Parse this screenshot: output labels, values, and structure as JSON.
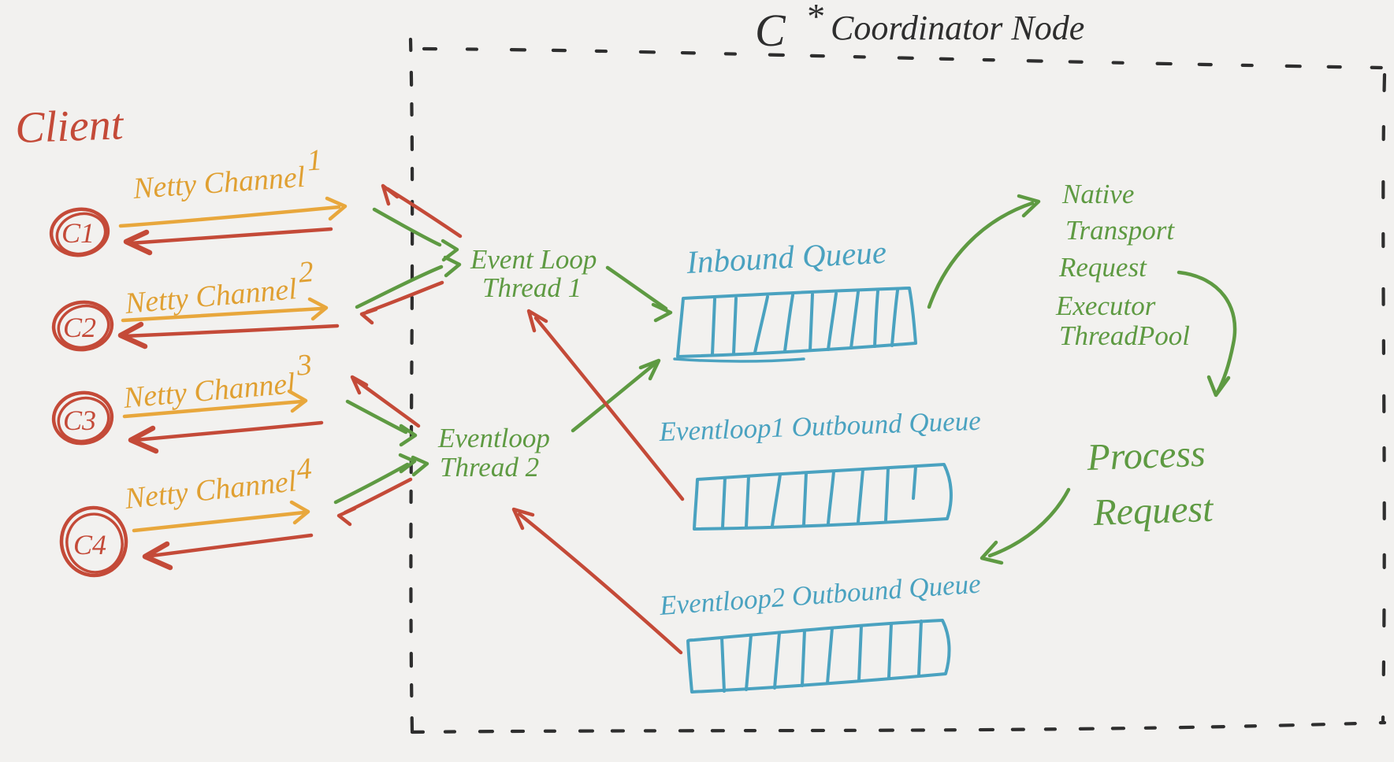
{
  "background": "#f2f1ef",
  "palette": {
    "ink": "#2e2e2e",
    "red": "#c44a38",
    "amber": "#e8a73c",
    "green": "#5e9a42",
    "blue": "#4aa2c0"
  },
  "coordinator_box": {
    "title_c": "C",
    "title_star": "*",
    "title_rest": "Coordinator Node"
  },
  "client": {
    "label": "Client"
  },
  "channels": [
    {
      "client_id": "C1",
      "label": "Netty Channel",
      "sup": "1"
    },
    {
      "client_id": "C2",
      "label": "Netty Channel",
      "sup": "2"
    },
    {
      "client_id": "C3",
      "label": "Netty Channel",
      "sup": "3"
    },
    {
      "client_id": "C4",
      "label": "Netty Channel",
      "sup": "4"
    }
  ],
  "event_loop_threads": [
    {
      "line1": "Event Loop",
      "line2": "Thread 1"
    },
    {
      "line1": "Eventloop",
      "line2": "Thread 2"
    }
  ],
  "queues": {
    "inbound": {
      "label": "Inbound Queue",
      "cells": 10
    },
    "outbound1": {
      "label": "Eventloop1 Outbound Queue",
      "cells": 9
    },
    "outbound2": {
      "label": "Eventloop2 Outbound Queue",
      "cells": 9
    }
  },
  "executor_pool": {
    "lines": [
      "Native",
      "Transport",
      "Request",
      "Executor",
      "ThreadPool"
    ]
  },
  "process_request": {
    "line1": "Process",
    "line2": "Request"
  }
}
